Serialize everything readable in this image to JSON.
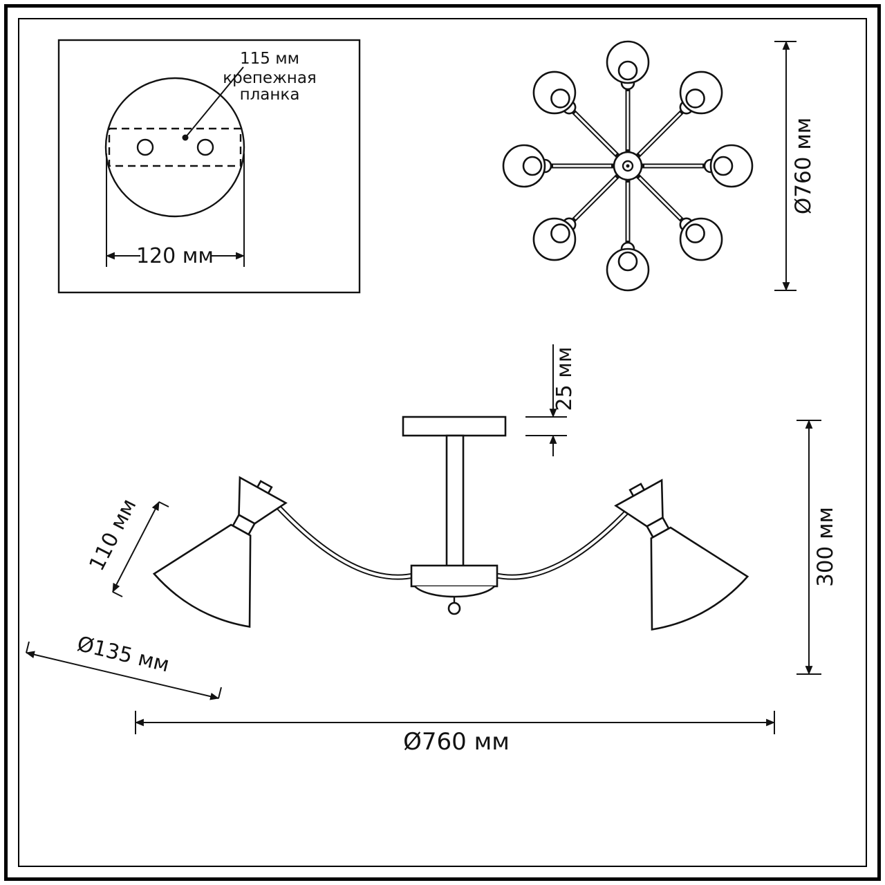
{
  "page": {
    "background": "#ffffff",
    "line_color": "#121212"
  },
  "mount_detail": {
    "hole_pitch_label": "115 мм",
    "bracket_label_line1": "крепежная",
    "bracket_label_line2": "планка",
    "plate_width_label": "120 мм"
  },
  "top_view": {
    "overall_diameter_label": "Ø760 мм",
    "arm_count": 8
  },
  "side_view": {
    "canopy_height_label": "25 мм",
    "fixture_height_label": "300 мм",
    "shade_height_label": "110 мм",
    "shade_diameter_label": "Ø135 мм",
    "overall_diameter_label": "Ø760 мм"
  }
}
